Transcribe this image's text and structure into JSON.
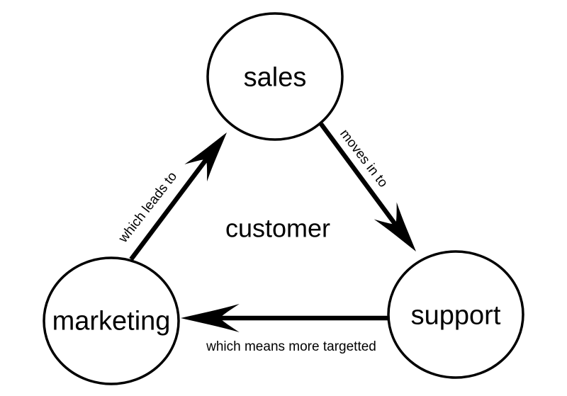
{
  "diagram": {
    "type": "cycle-diagram",
    "center_label": "customer",
    "nodes": [
      {
        "id": "sales",
        "label": "sales"
      },
      {
        "id": "marketing",
        "label": "marketing"
      },
      {
        "id": "support",
        "label": "support"
      }
    ],
    "edges": [
      {
        "from": "marketing",
        "to": "sales",
        "label": "which leads to"
      },
      {
        "from": "sales",
        "to": "support",
        "label": "moves in to"
      },
      {
        "from": "support",
        "to": "marketing",
        "label": "which means more targetted"
      }
    ],
    "colors": {
      "ink": "#000000",
      "background": "#ffffff"
    }
  }
}
